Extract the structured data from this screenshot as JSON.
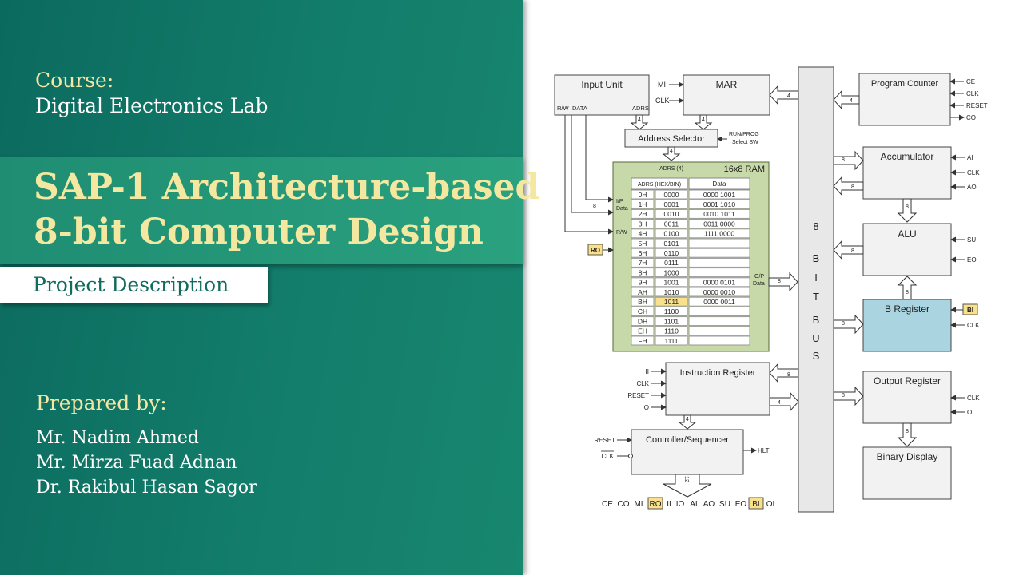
{
  "slide": {
    "course_label": "Course:",
    "course_name": "Digital Electronics Lab",
    "title_line_1": "SAP-1 Architecture-based",
    "title_line_2": "8-bit Computer Design",
    "subtitle": "Project Description",
    "prepared_label": "Prepared by:",
    "authors": [
      "Mr. Nadim Ahmed",
      "Mr. Mirza Fuad Adnan",
      "Dr. Rakibul Hasan Sagor"
    ]
  },
  "colors": {
    "panel_green": "#137d6b",
    "title_yellow": "#f4e8a0",
    "ram_green": "#c7d9a8",
    "b_register_blue": "#a9d4e0",
    "highlight_yellow": "#f9e08b"
  },
  "diagram": {
    "input_unit": {
      "label": "Input Unit",
      "rw": "R/W",
      "data": "DATA",
      "adrs": "ADRS"
    },
    "mar": {
      "label": "MAR",
      "mi": "MI",
      "clk": "CLK"
    },
    "address_selector": {
      "label": "Address Selector",
      "note_1": "RUN/PROG",
      "note_2": "Select SW"
    },
    "program_counter": {
      "label": "Program Counter",
      "ce": "CE",
      "clk": "CLK",
      "reset": "RESET",
      "co": "CO"
    },
    "ram": {
      "title": "16x8 RAM",
      "adrs_bus": "ADRS (4)",
      "col_addr": "ADRS (HEX/BIN)",
      "col_data": "Data",
      "ip_1": "I/P",
      "ip_2": "Data",
      "op_1": "O/P",
      "op_2": "Data",
      "rw": "R/W",
      "ro": "RO",
      "rows": [
        {
          "hex": "0H",
          "bin": "0000",
          "data": "0000 1001"
        },
        {
          "hex": "1H",
          "bin": "0001",
          "data": "0001 1010"
        },
        {
          "hex": "2H",
          "bin": "0010",
          "data": "0010 1011"
        },
        {
          "hex": "3H",
          "bin": "0011",
          "data": "0011 0000"
        },
        {
          "hex": "4H",
          "bin": "0100",
          "data": "1111 0000"
        },
        {
          "hex": "5H",
          "bin": "0101",
          "data": ""
        },
        {
          "hex": "6H",
          "bin": "0110",
          "data": ""
        },
        {
          "hex": "7H",
          "bin": "0111",
          "data": ""
        },
        {
          "hex": "8H",
          "bin": "1000",
          "data": ""
        },
        {
          "hex": "9H",
          "bin": "1001",
          "data": "0000 0101"
        },
        {
          "hex": "AH",
          "bin": "1010",
          "data": "0000 0010"
        },
        {
          "hex": "BH",
          "bin": "1011",
          "data": "0000 0011"
        },
        {
          "hex": "CH",
          "bin": "1100",
          "data": ""
        },
        {
          "hex": "DH",
          "bin": "1101",
          "data": ""
        },
        {
          "hex": "EH",
          "bin": "1110",
          "data": ""
        },
        {
          "hex": "FH",
          "bin": "1111",
          "data": ""
        }
      ]
    },
    "bus": {
      "letters": [
        "8",
        "B",
        "I",
        "T",
        "B",
        "U",
        "S"
      ]
    },
    "accumulator": {
      "label": "Accumulator",
      "ai": "AI",
      "clk": "CLK",
      "ao": "AO"
    },
    "alu": {
      "label": "ALU",
      "su": "SU",
      "eo": "EO"
    },
    "b_register": {
      "label": "B Register",
      "bi": "BI",
      "clk": "CLK"
    },
    "output_register": {
      "label": "Output Register",
      "clk": "CLK",
      "oi": "OI"
    },
    "binary_display": {
      "label": "Binary Display"
    },
    "instruction_register": {
      "label": "Instruction Register",
      "ii": "II",
      "clk": "CLK",
      "reset": "RESET",
      "io": "IO"
    },
    "controller": {
      "label": "Controller/Sequencer",
      "reset": "RESET",
      "clk": "CLK",
      "hlt": "HLT"
    },
    "widths": {
      "w4": "4",
      "w8": "8",
      "w12": "12"
    },
    "control_word": [
      "CE",
      "CO",
      "MI",
      "RO",
      "II",
      "IO",
      "AI",
      "AO",
      "SU",
      "EO",
      "BI",
      "OI"
    ]
  }
}
